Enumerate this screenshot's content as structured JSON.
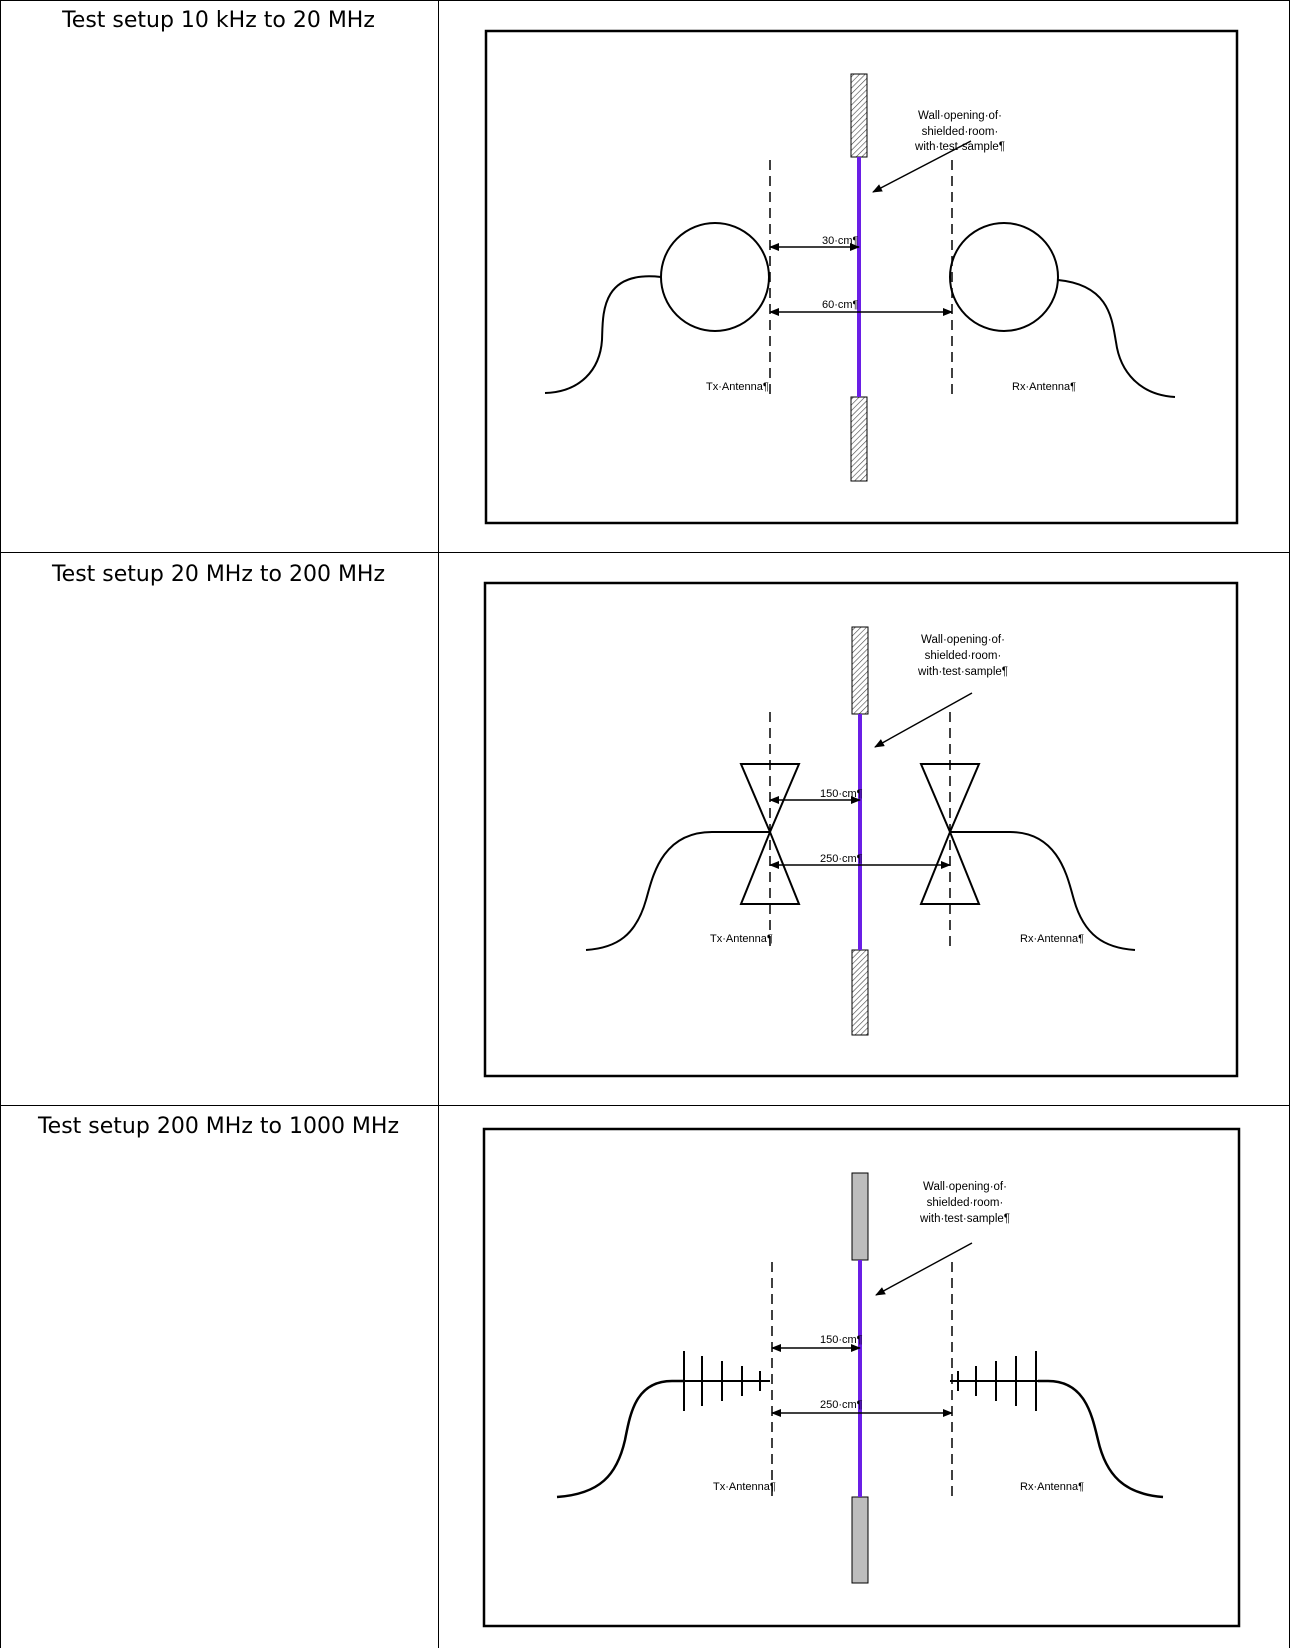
{
  "rows": [
    {
      "label": "Test setup 10 kHz to 20 MHz",
      "wall_label": [
        "Wall·opening·of·",
        "shielded·room·",
        "with·test·sample¶"
      ],
      "dist_near": "30·cm¶",
      "dist_far": "60·cm¶",
      "tx_label": "Tx·Antenna¶",
      "rx_label": "Rx·Antenna¶",
      "antenna_type": "loop"
    },
    {
      "label": "Test setup 20 MHz to 200 MHz",
      "wall_label": [
        "Wall·opening·of·",
        "shielded·room·",
        "with·test·sample¶"
      ],
      "dist_near": "150·cm¶",
      "dist_far": "250·cm¶",
      "tx_label": "Tx·Antenna¶",
      "rx_label": "Rx·Antenna¶",
      "antenna_type": "biconical"
    },
    {
      "label": "Test setup 200 MHz to 1000 MHz",
      "wall_label": [
        "Wall·opening·of·",
        "shielded·room·",
        "with·test·sample¶"
      ],
      "dist_near": "150·cm¶",
      "dist_far": "250·cm¶",
      "tx_label": "Tx·Antenna¶",
      "rx_label": "Rx·Antenna¶",
      "antenna_type": "log-periodic"
    }
  ],
  "colors": {
    "sample_line": "#6a1ee6",
    "ink": "#000000",
    "wall_fill": "#bdbdbd"
  }
}
